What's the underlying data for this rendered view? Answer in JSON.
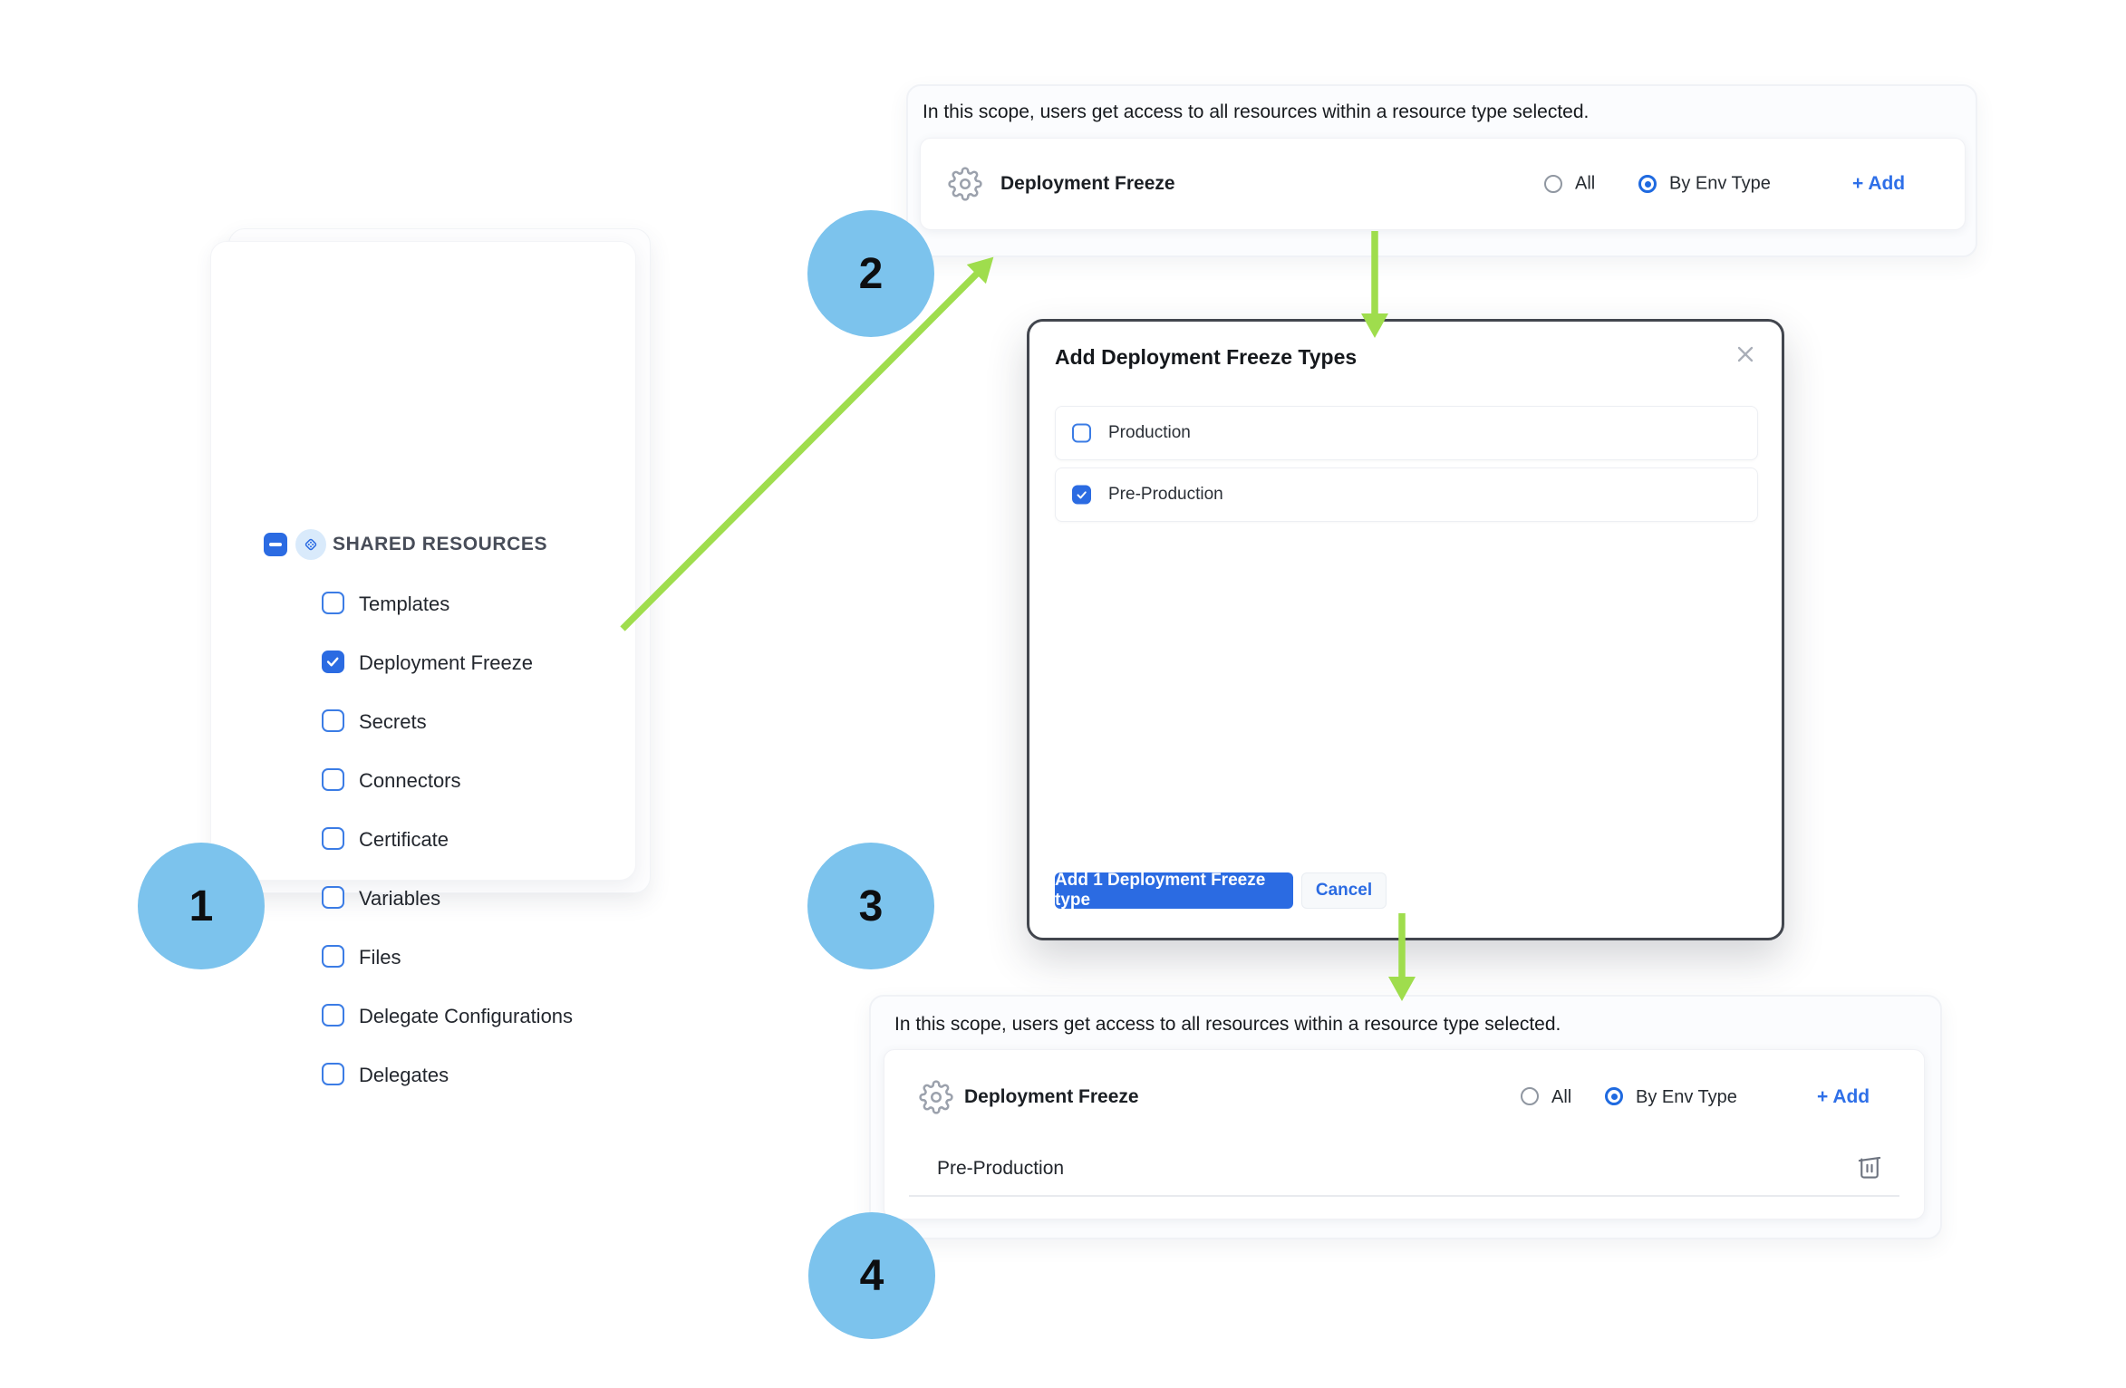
{
  "annotations": {
    "steps": [
      "1",
      "2",
      "3",
      "4"
    ],
    "colors": {
      "badge_blue": "#7cc3ed",
      "arrow_green": "#9fdd4d"
    }
  },
  "resource_tree": {
    "header": "SHARED RESOURCES",
    "items": [
      {
        "label": "Templates",
        "checked": false
      },
      {
        "label": "Deployment Freeze",
        "checked": true
      },
      {
        "label": "Secrets",
        "checked": false
      },
      {
        "label": "Connectors",
        "checked": false
      },
      {
        "label": "Certificate",
        "checked": false
      },
      {
        "label": "Variables",
        "checked": false
      },
      {
        "label": "Files",
        "checked": false
      },
      {
        "label": "Delegate Configurations",
        "checked": false
      },
      {
        "label": "Delegates",
        "checked": false
      }
    ]
  },
  "scope_top": {
    "description": "In this scope, users get access to all resources within a resource type selected.",
    "resource_label": "Deployment Freeze",
    "radios": [
      {
        "label": "All",
        "selected": false
      },
      {
        "label": "By Env Type",
        "selected": true
      }
    ],
    "add_label": "+ Add"
  },
  "modal": {
    "title": "Add Deployment Freeze Types",
    "options": [
      {
        "label": "Production",
        "checked": false
      },
      {
        "label": "Pre-Production",
        "checked": true
      }
    ],
    "primary_label": "Add 1 Deployment Freeze type",
    "cancel_label": "Cancel"
  },
  "scope_bottom": {
    "description": "In this scope, users get access to all resources within a resource type selected.",
    "resource_label": "Deployment Freeze",
    "radios": [
      {
        "label": "All",
        "selected": false
      },
      {
        "label": "By Env Type",
        "selected": true
      }
    ],
    "add_label": "+ Add",
    "entries": [
      {
        "label": "Pre-Production"
      }
    ]
  },
  "colors": {
    "primary_blue": "#2b6be2",
    "radio_blue": "#1f6ae0",
    "text_dark": "#1d2126"
  }
}
